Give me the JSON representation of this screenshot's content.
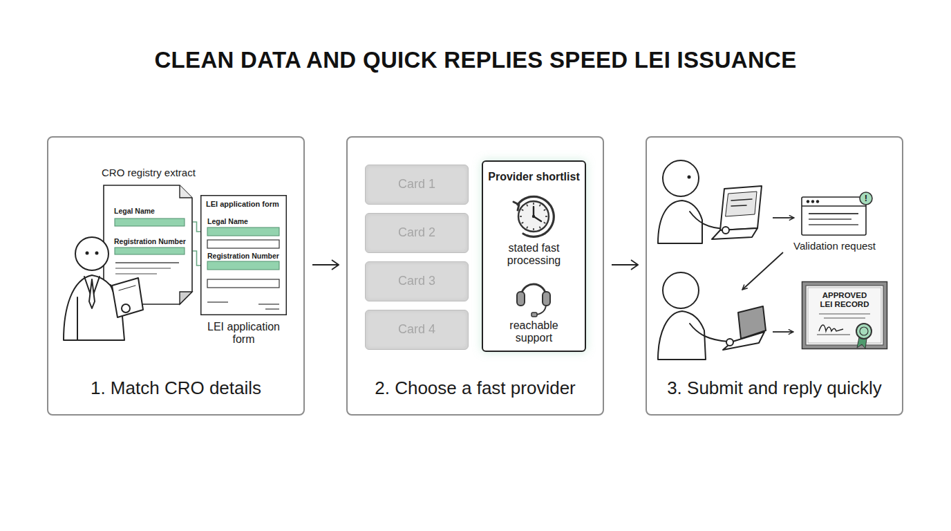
{
  "diagram": {
    "title": "CLEAN DATA AND QUICK REPLIES SPEED LEI ISSUANCE",
    "nodes": [
      {
        "text": [
          "1. Match CRO details"
        ]
      },
      {
        "text": [
          "CRO registry extract",
          "Legal Name",
          "Registration Number"
        ],
        "in": 0
      },
      {
        "text": [
          "LEI application form",
          "Legal Name",
          "Registration Number",
          "LEI application form"
        ],
        "in": 0
      },
      {
        "text": [
          "2. Choose a fast provider"
        ]
      },
      {
        "text": [
          "Card 1"
        ],
        "in": 3
      },
      {
        "text": [
          "Card 2"
        ],
        "in": 3
      },
      {
        "text": [
          "Card 3"
        ],
        "in": 3
      },
      {
        "text": [
          "Card 4"
        ],
        "in": 3
      },
      {
        "text": [
          "Provider shortlist",
          "stated fast processing",
          "reachable support"
        ],
        "in": 3
      },
      {
        "text": [
          "3. Submit and reply quickly"
        ]
      },
      {
        "text": [
          "Validation request"
        ],
        "in": 9
      },
      {
        "text": [
          "APPROVED LEI RECORD"
        ],
        "in": 9
      }
    ],
    "edges": [
      {
        "from": 0,
        "to": 3,
        "arrow": "to"
      },
      {
        "from": 3,
        "to": 9,
        "arrow": "to"
      },
      {
        "from": 1,
        "to": 2,
        "arrow": "none"
      },
      {
        "from": 1,
        "to": 2,
        "arrow": "none"
      }
    ],
    "labels": [
      "!"
    ]
  }
}
